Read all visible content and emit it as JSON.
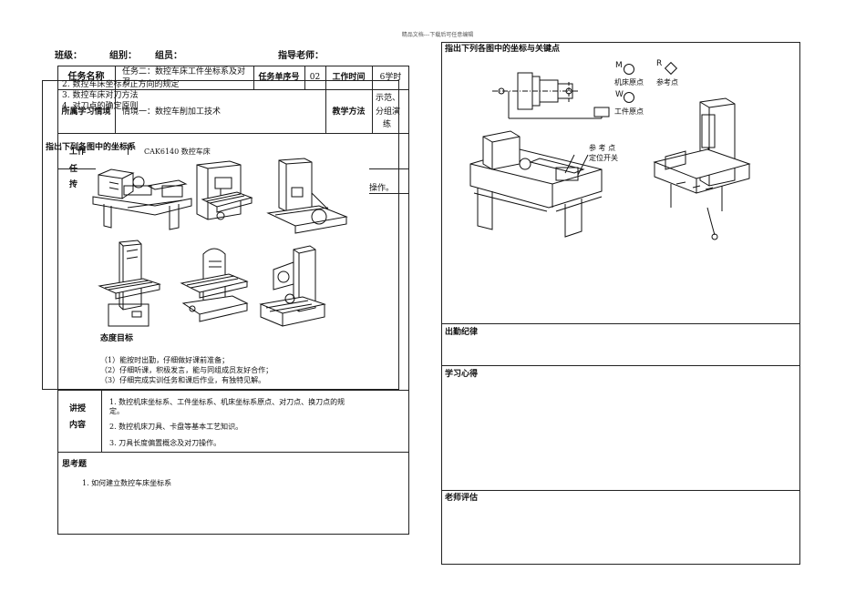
{
  "watermark": "精品文档---下载后可任意编辑",
  "header": {
    "class_label": "班级：",
    "group_label": "组别：",
    "member_label": "组员：",
    "teacher_label": "指导老师："
  },
  "table": {
    "task_name_label": "任务名称",
    "task_name_value": "任务二：数控车床工件坐标系及对刀",
    "task_no_label": "任务单序号",
    "task_no_value": "02",
    "work_time_label": "工作时间",
    "work_time_value": "6学时",
    "overlay_line_1": "2. 数控车床坐标系正方向的规定",
    "overlay_line_2": "3. 数控车床对刀方法",
    "overlay_line_3": "4. 对刀点的确定原则",
    "situation_label": "所属学习情境",
    "situation_value": "情境一：数控车削加工技术",
    "method_label": "教学方法",
    "method_value_1": "示范、",
    "method_value_2": "分组演",
    "method_value_3": "练",
    "lathe_model": "CAK6140 数控车床",
    "left_fragment": "工作",
    "right_fragment": "操作。"
  },
  "machines_heading": "指出下列各图中的坐标系",
  "attitude": {
    "title": "态度目标",
    "items": [
      "（1）能按时出勤，仔细做好课前准备；",
      "（2）仔细听课，积极发言，能与同组成员友好合作；",
      "（3）仔细完成实训任务和课后作业，有独特见解。"
    ]
  },
  "content": {
    "label_1": "讲授",
    "label_2": "内容",
    "line_1a": "1. 数控机床坐标系、工件坐标系、机床坐标系原点、对刀点、换刀点的规",
    "line_1b": "定。",
    "line_2": "2. 数控机床刀具、卡盘等基本工艺知识。",
    "line_3": "3. 刀具长度偏置概念及对刀操作。"
  },
  "thinking": {
    "title": "思考题",
    "question": "1. 如何建立数控车床坐标系"
  },
  "right": {
    "coord_title": "指出下列各图中的坐标与关键点",
    "legend_m": "M",
    "legend_machine_origin": "机床原点",
    "legend_r": "R",
    "legend_reference": "参考点",
    "legend_w": "W",
    "legend_work_origin": "工件原点",
    "lathe_ref_1": "参 考 点",
    "lathe_ref_2": "定位开关",
    "attendance_title": "出勤纪律",
    "study_title": "学习心得",
    "eval_title": "老师评估"
  },
  "colors": {
    "line": "#222222",
    "paper": "#ffffff"
  }
}
